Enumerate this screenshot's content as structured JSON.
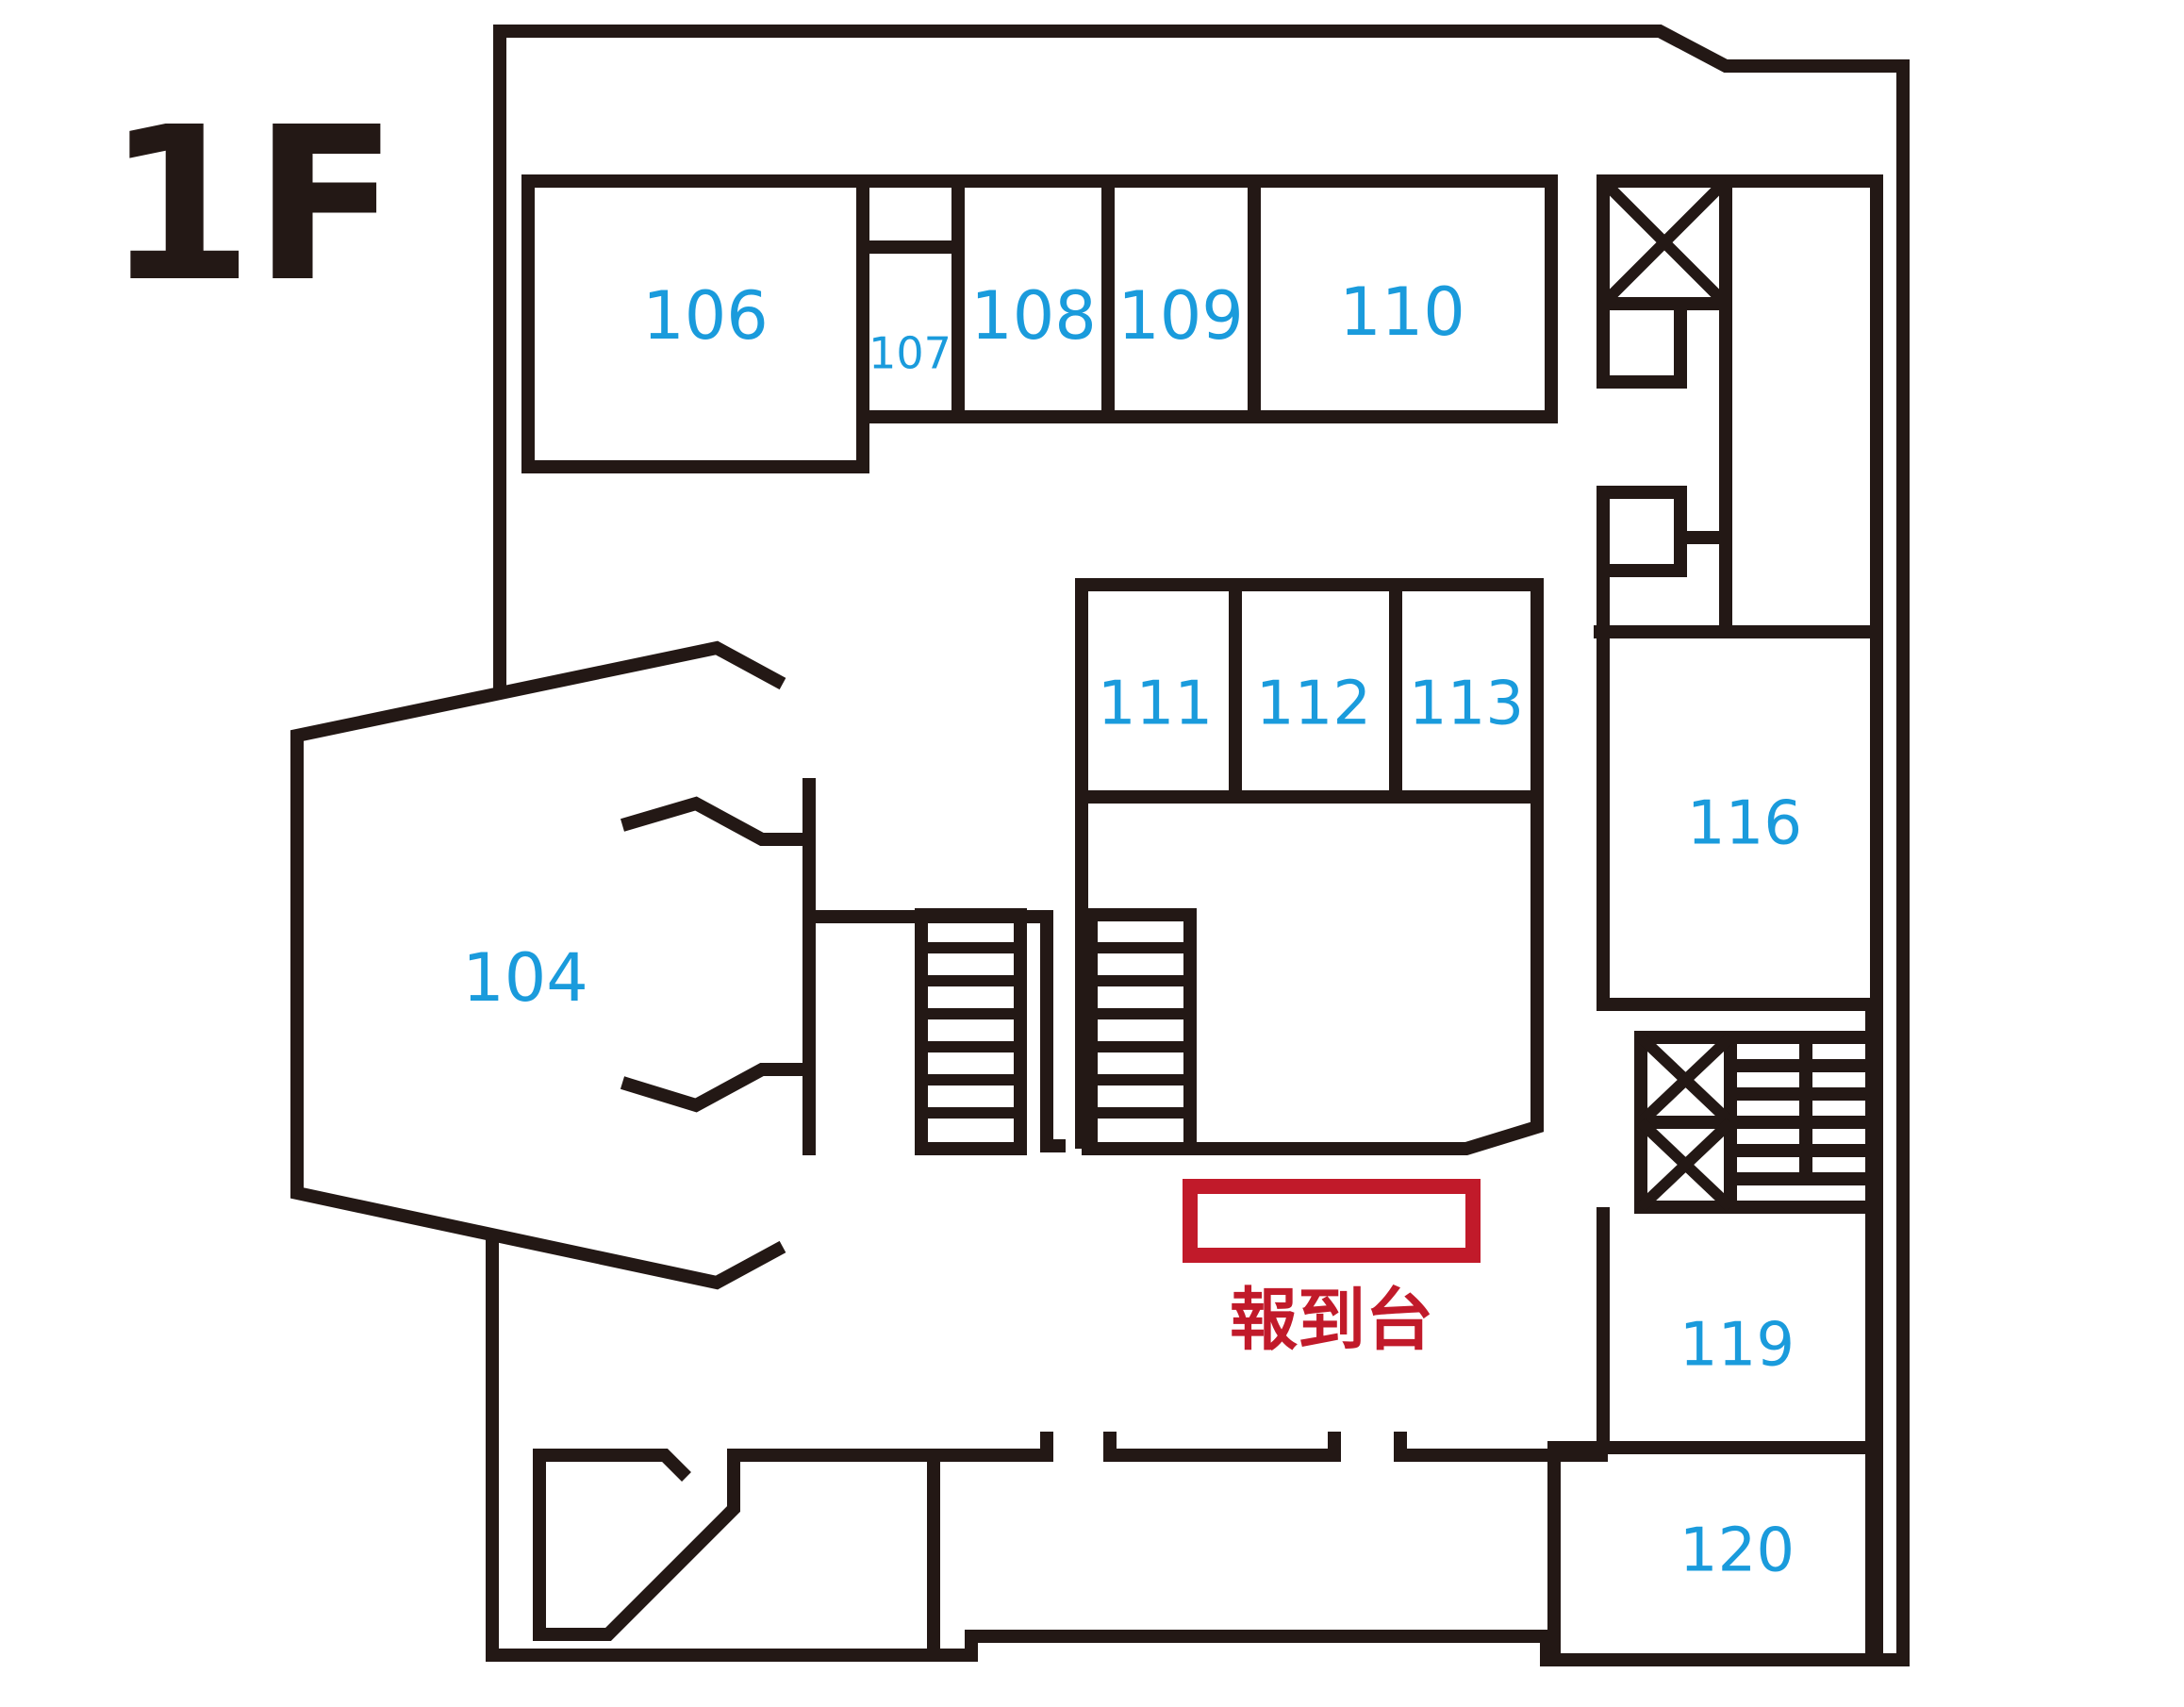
{
  "floor_label": "1F",
  "reception_desk": {
    "label": "報到台"
  },
  "rooms": {
    "r104": "104",
    "r106": "106",
    "r107": "107",
    "r108": "108",
    "r109": "109",
    "r110": "110",
    "r111": "111",
    "r112": "112",
    "r113": "113",
    "r116": "116",
    "r119": "119",
    "r120": "120"
  },
  "colors": {
    "wall": "#231815",
    "room_label": "#1a9bdc",
    "reception": "#c11a2a"
  }
}
